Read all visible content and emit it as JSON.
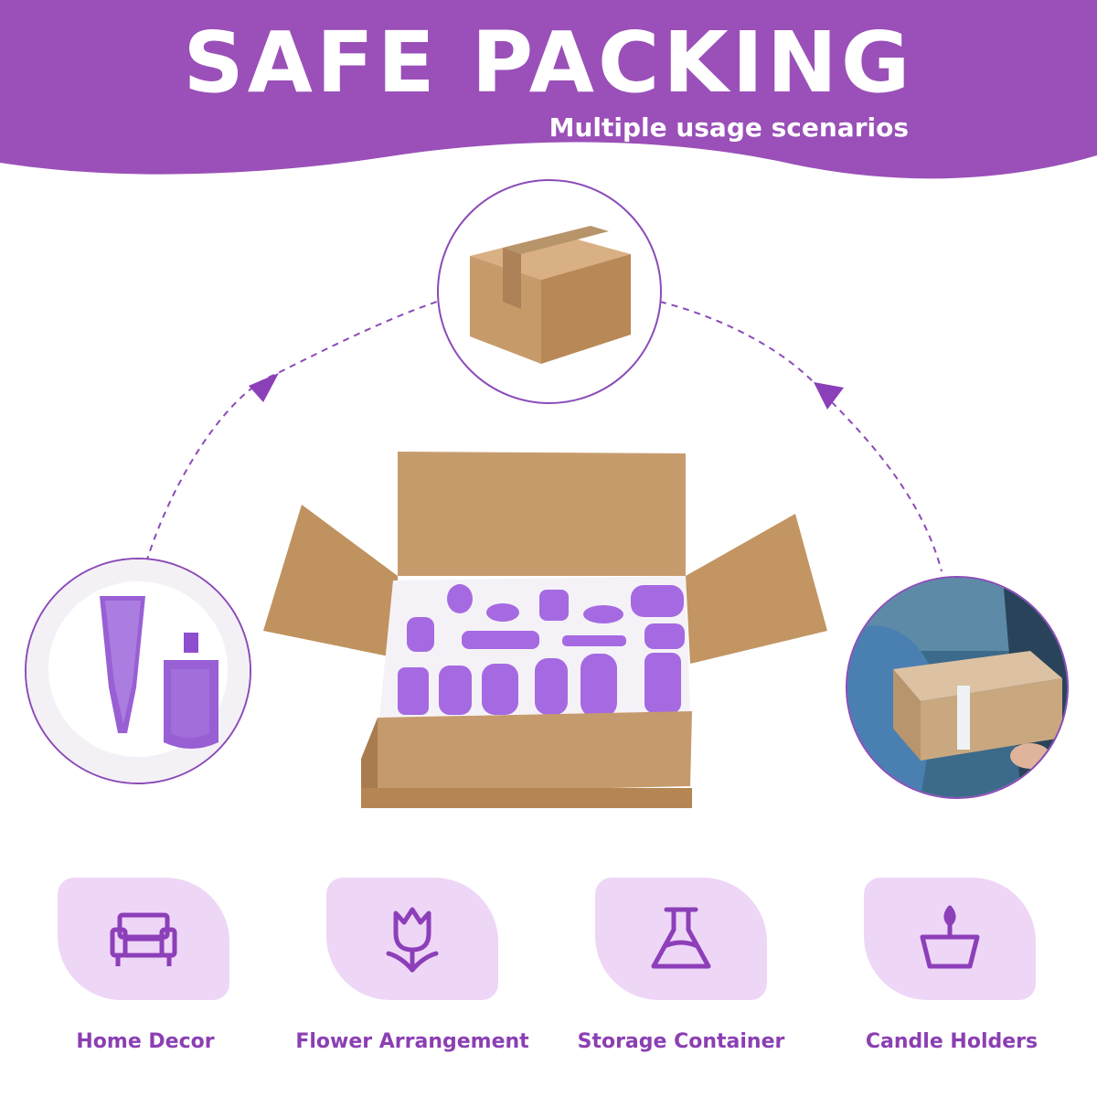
{
  "header": {
    "title": "SAFE PACKING",
    "subtitle": "Multiple usage scenarios"
  },
  "colors": {
    "brand_purple": "#9a50b8",
    "label_purple": "#8b3fb3",
    "tile_bg": "#eed6f7",
    "icon_purple": "#8c3fb8",
    "cardboard": "#c59a6c"
  },
  "scenes": {
    "top": "closed-cardboard-box",
    "center": "open-box-with-purple-vases",
    "left": "purple-vases-in-foam",
    "right": "box-delivery-handoff"
  },
  "usages": [
    {
      "label": "Home Decor",
      "icon": "sofa-icon"
    },
    {
      "label": "Flower Arrangement",
      "icon": "tulip-icon"
    },
    {
      "label": "Storage Container",
      "icon": "flask-icon"
    },
    {
      "label": "Candle Holders",
      "icon": "candle-icon"
    }
  ]
}
